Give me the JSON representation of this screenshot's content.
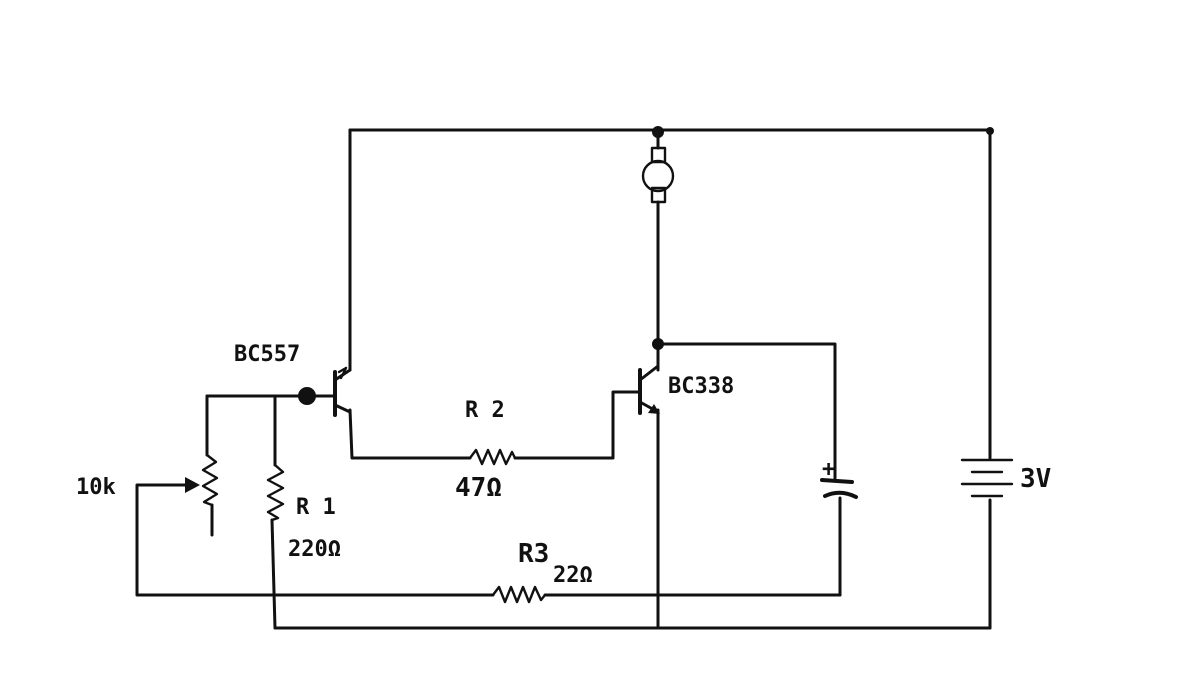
{
  "labels": {
    "q1": "BC557",
    "q2": "BC338",
    "pot": "10k",
    "r1_name": "R 1",
    "r1_value": "220Ω",
    "r2_name": "R 2",
    "r2_value": "47Ω",
    "r3_name": "R3",
    "r3_value": "22Ω",
    "battery": "3V"
  },
  "components": {
    "motor": "motor-icon",
    "capacitor_polarity": "+"
  }
}
